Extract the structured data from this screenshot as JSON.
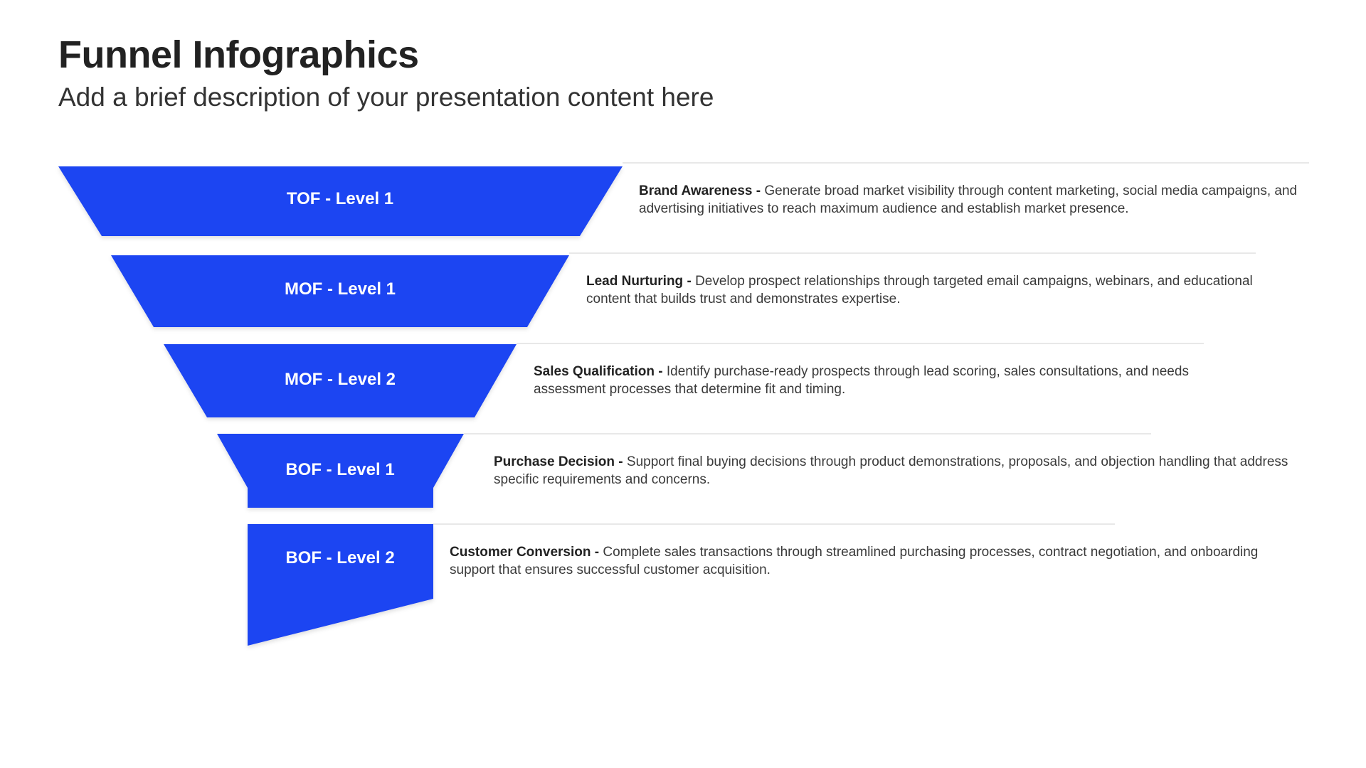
{
  "header": {
    "title": "Funnel Infographics",
    "subtitle": "Add a brief description of your presentation content here"
  },
  "colors": {
    "funnel": "#1f45f2",
    "rule": "#e8e8e8"
  },
  "stages": [
    {
      "label": "TOF - Level 1",
      "heading": "Brand Awareness - ",
      "text": "Generate broad market visibility through content marketing, social media campaigns, and advertising initiatives to reach maximum audience and establish market presence."
    },
    {
      "label": "MOF - Level 1",
      "heading": "Lead Nurturing - ",
      "text": "Develop prospect relationships through targeted email campaigns, webinars, and educational content that builds trust and demonstrates expertise."
    },
    {
      "label": "MOF - Level 2",
      "heading": "Sales Qualification - ",
      "text": "Identify purchase-ready prospects through lead scoring, sales consultations, and needs assessment processes that determine fit and timing."
    },
    {
      "label": "BOF - Level 1",
      "heading": "Purchase Decision - ",
      "text": "Support final buying decisions through product demonstrations, proposals, and objection handling that address specific requirements and concerns."
    },
    {
      "label": "BOF - Level 2",
      "heading": "Customer Conversion - ",
      "text": "Complete sales transactions through streamlined purchasing processes, contract negotiation, and onboarding support that ensures successful customer acquisition."
    }
  ]
}
